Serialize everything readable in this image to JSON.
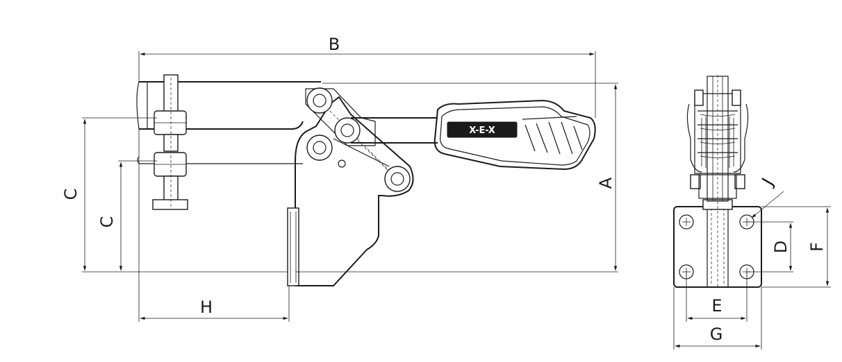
{
  "dimensions": {
    "A": "A",
    "B": "B",
    "C_outer": "C",
    "C_inner": "C",
    "D": "D",
    "E": "E",
    "F": "F",
    "G": "G",
    "H": "H",
    "J": "J"
  },
  "handle_logo": "X-E-X",
  "colors": {
    "line": "#1a1a1a",
    "background": "#ffffff"
  }
}
